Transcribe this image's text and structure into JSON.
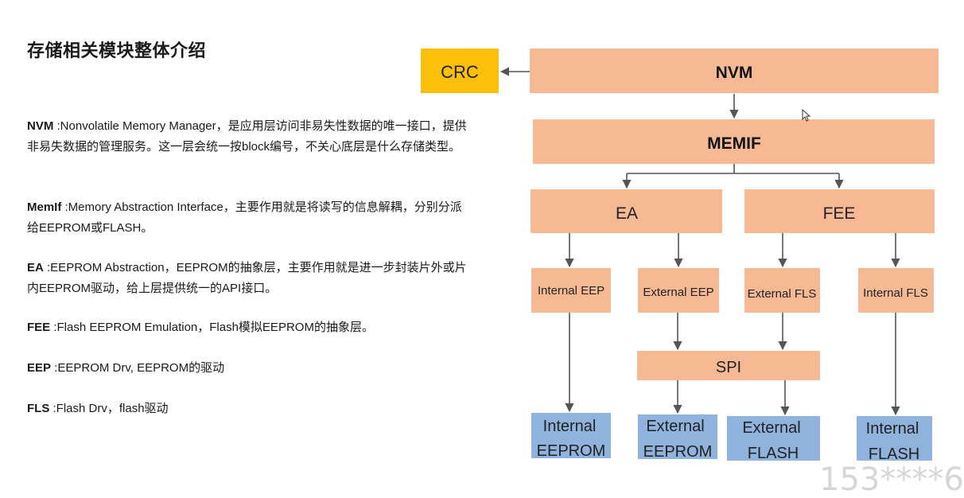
{
  "title": "存储相关模块整体介绍",
  "descriptions": [
    {
      "term": "NVM",
      "text": "   :Nonvolatile Memory  Manager，是应用层访问非易失性数据的唯一接口，提供非易失数据的管理服务。这一层会统一按block编号，不关心底层是什么存储类型。"
    },
    {
      "term": "MemIf",
      "text": " :Memory Abstraction Interface，主要作用就是将读写的信息解耦，分别分派给EEPROM或FLASH。"
    },
    {
      "term": "EA",
      "text": "      :EEPROM Abstraction，EEPROM的抽象层，主要作用就是进一步封装片外或片内EEPROM驱动，给上层提供统一的API接口。"
    },
    {
      "term": "FEE",
      "text": "     :Flash EEPROM Emulation，Flash模拟EEPROM的抽象层。"
    },
    {
      "term": "EEP",
      "text": "     :EEPROM Drv, EEPROM的驱动"
    },
    {
      "term": "FLS",
      "text": "     :Flash Drv，flash驱动"
    }
  ],
  "diagram": {
    "nodes": {
      "crc": "CRC",
      "nvm": "NVM",
      "memif": "MEMIF",
      "ea": "EA",
      "fee": "FEE",
      "internal_eep": "Internal EEP",
      "external_eep": "External EEP",
      "external_fls": "External FLS",
      "internal_fls": "Internal FLS",
      "spi": "SPI",
      "internal_eeprom": [
        "Internal",
        "EEPROM"
      ],
      "external_eeprom": [
        "External",
        "EEPROM"
      ],
      "external_flash": [
        "External",
        "FLASH"
      ],
      "internal_flash": [
        "Internal",
        "FLASH"
      ]
    },
    "colors": {
      "salmon": "#f6b994",
      "crc": "#fcc00b",
      "memory": "#8fb3dc",
      "line": "#555555"
    }
  },
  "watermark": "153****6"
}
